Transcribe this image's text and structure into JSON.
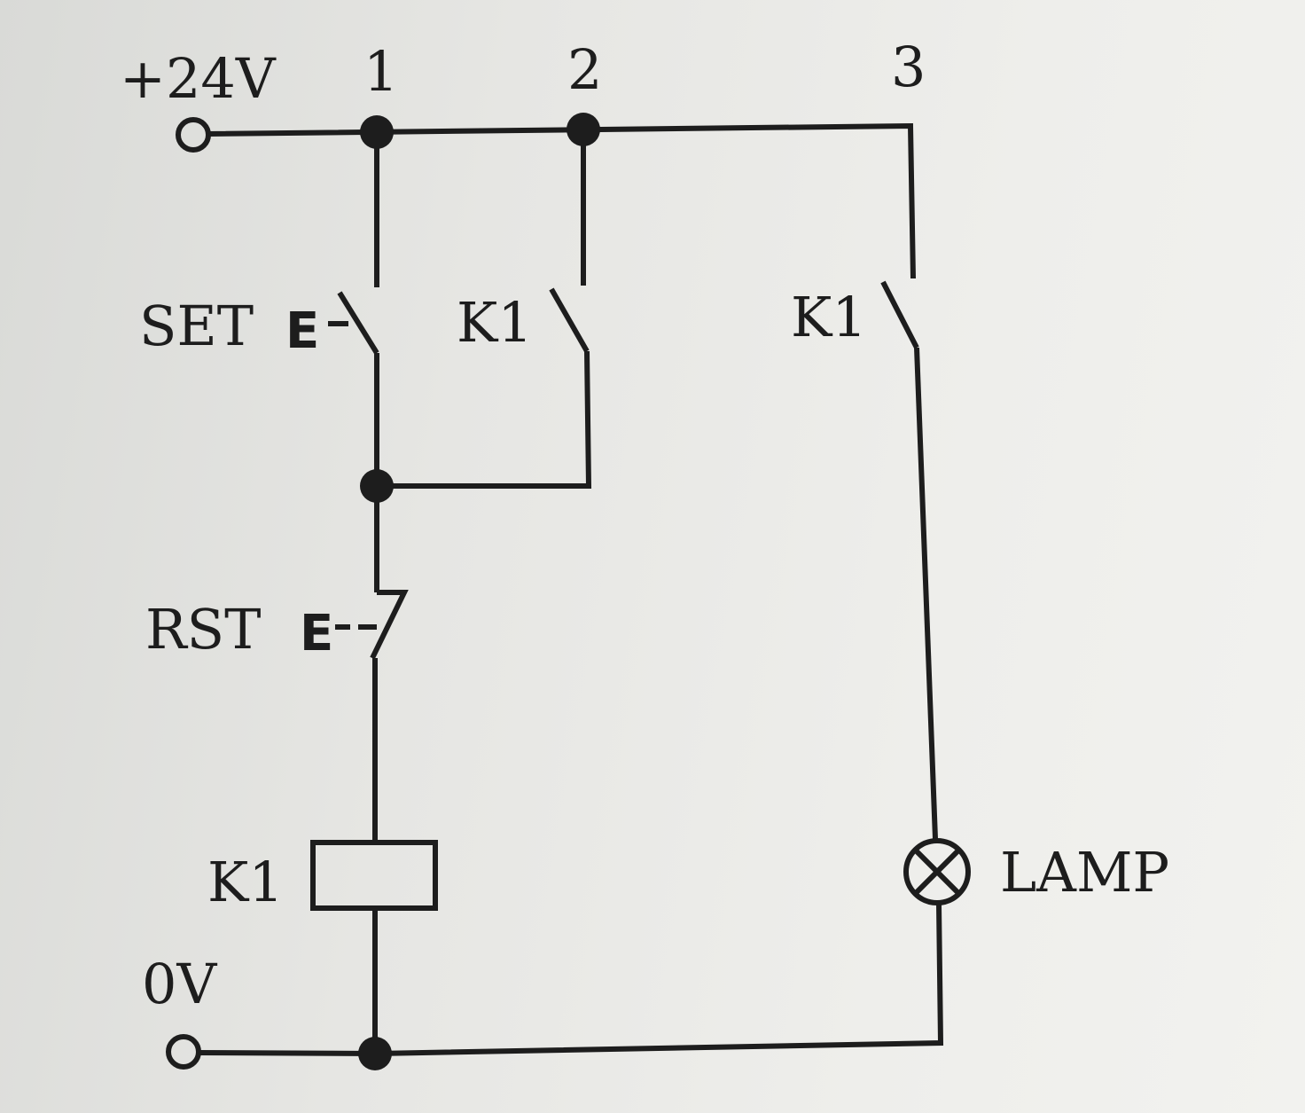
{
  "labels": {
    "supply": "+24V",
    "ground": "0V",
    "node1": "1",
    "node2": "2",
    "node3": "3",
    "set_button": "SET",
    "reset_button": "RST",
    "k1_contact_hold": "K1",
    "k1_contact_lamp": "K1",
    "k1_coil": "K1",
    "lamp": "LAMP"
  }
}
